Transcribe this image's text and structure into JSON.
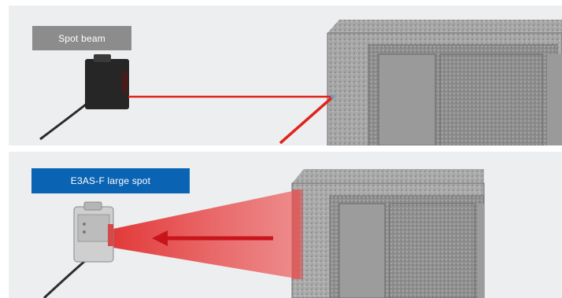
{
  "top_panel": {
    "label": "Spot beam",
    "label_color": "#8c8c8c",
    "beam_color": "#e0231b"
  },
  "bottom_panel": {
    "label": "E3AS-F large spot",
    "label_color": "#0b63b3",
    "beam_color": "#e23030"
  },
  "icons": {
    "sensor_top": "photoelectric-sensor-black",
    "sensor_bottom": "photoelectric-sensor-grey",
    "target": "concrete-block"
  }
}
